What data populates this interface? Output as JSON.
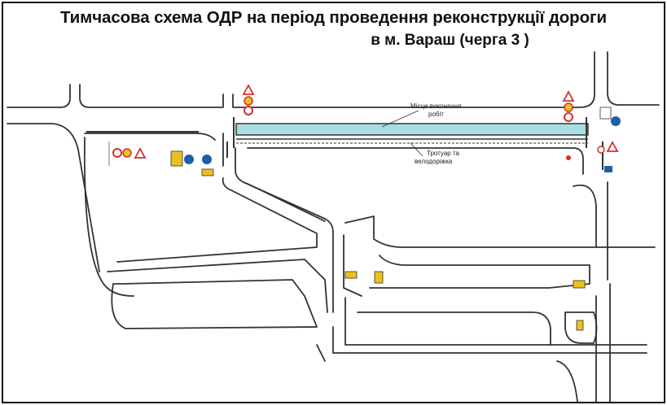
{
  "title": {
    "line1": "Тимчасова схема ОДР на період проведення реконструкції дороги",
    "line2": "в м. Вараш (черга 3 )"
  },
  "annotations": {
    "work_zone": [
      "Місце виконання",
      "робіт"
    ],
    "sidewalk": [
      "Тротуар та",
      "велодоріжка"
    ]
  },
  "colors": {
    "road_line": "#333333",
    "work_zone_fill": "#a9dde6",
    "sign_red": "#d0312d",
    "sign_blue": "#1f5fa8",
    "sign_yellow": "#e8c220"
  },
  "icons": [
    "warning-triangle-icon",
    "no-entry-icon",
    "direction-arrow-icon",
    "detour-sign-icon"
  ]
}
